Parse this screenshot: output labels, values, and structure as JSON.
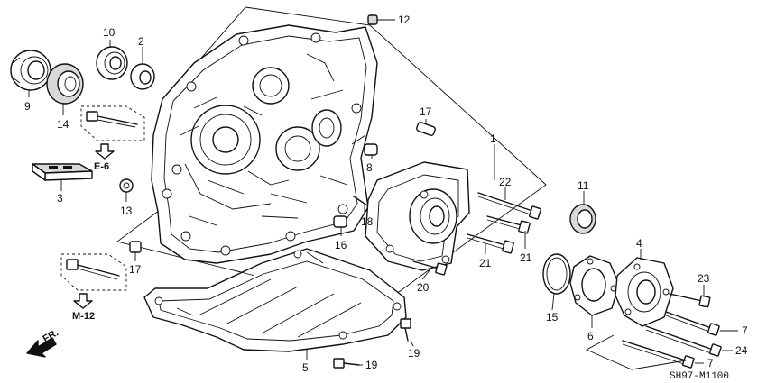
{
  "callouts": {
    "c1": "1",
    "c2": "2",
    "c3": "3",
    "c4": "4",
    "c5": "5",
    "c6": "6",
    "c7a": "7",
    "c7b": "7",
    "c8": "8",
    "c9": "9",
    "c10": "10",
    "c11": "11",
    "c12": "12",
    "c13": "13",
    "c14": "14",
    "c15": "15",
    "c16": "16",
    "c17a": "17",
    "c17b": "17",
    "c18": "18",
    "c19a": "19",
    "c19b": "19",
    "c20": "20",
    "c21a": "21",
    "c21b": "21",
    "c22": "22",
    "c23": "23",
    "c24": "24"
  },
  "references": {
    "e6": "E-6",
    "m12": "M-12"
  },
  "direction": "FR.",
  "drawing_code": "SH97-M1100"
}
